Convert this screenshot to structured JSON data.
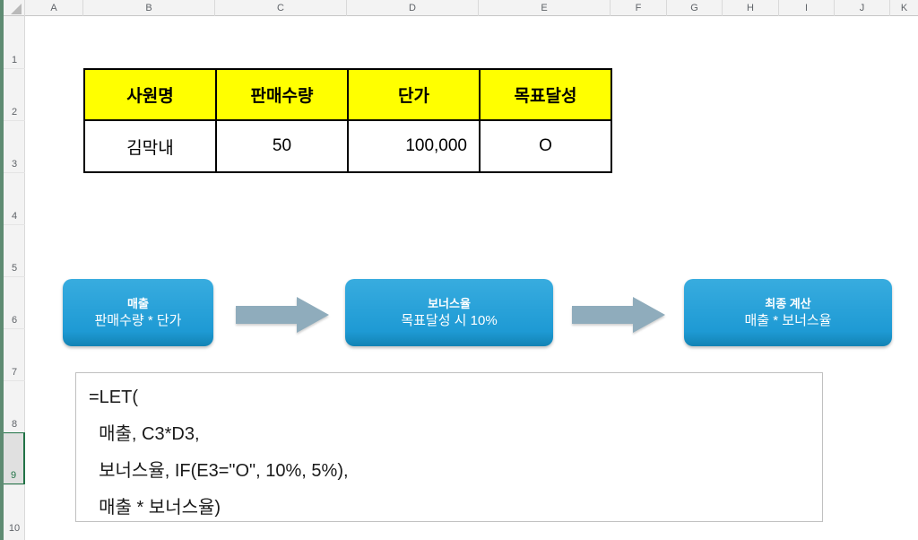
{
  "colors": {
    "box_blue_top": "#38ACDF",
    "box_blue_bottom": "#1E9AD4",
    "box_blue_edge": "#1283B4",
    "arrow_gray": "#8FACBC",
    "table_header_yellow": "#FFFF00",
    "excel_green": "#217346",
    "left_strip_green": "#5E8B72"
  },
  "grid": {
    "columns": [
      "A",
      "B",
      "C",
      "D",
      "E",
      "F",
      "G",
      "H",
      "I",
      "J",
      "K"
    ],
    "rows": [
      "1",
      "2",
      "3",
      "4",
      "5",
      "6",
      "7",
      "8",
      "9",
      "10"
    ],
    "selected_row": "9"
  },
  "table": {
    "headers": [
      "사원명",
      "판매수량",
      "단가",
      "목표달성"
    ],
    "row": [
      "김막내",
      "50",
      "100,000",
      "O"
    ]
  },
  "flow": {
    "steps": [
      {
        "title": "매출",
        "subtitle": "판매수량 * 단가"
      },
      {
        "title": "보너스율",
        "subtitle": "목표달성 시 10%"
      },
      {
        "title": "최종 계산",
        "subtitle": "매출 * 보너스율"
      }
    ]
  },
  "formula": {
    "lines": [
      "=LET(",
      "  매출, C3*D3,",
      "  보너스율, IF(E3=\"O\", 10%, 5%),",
      "  매출 * 보너스율)"
    ]
  }
}
